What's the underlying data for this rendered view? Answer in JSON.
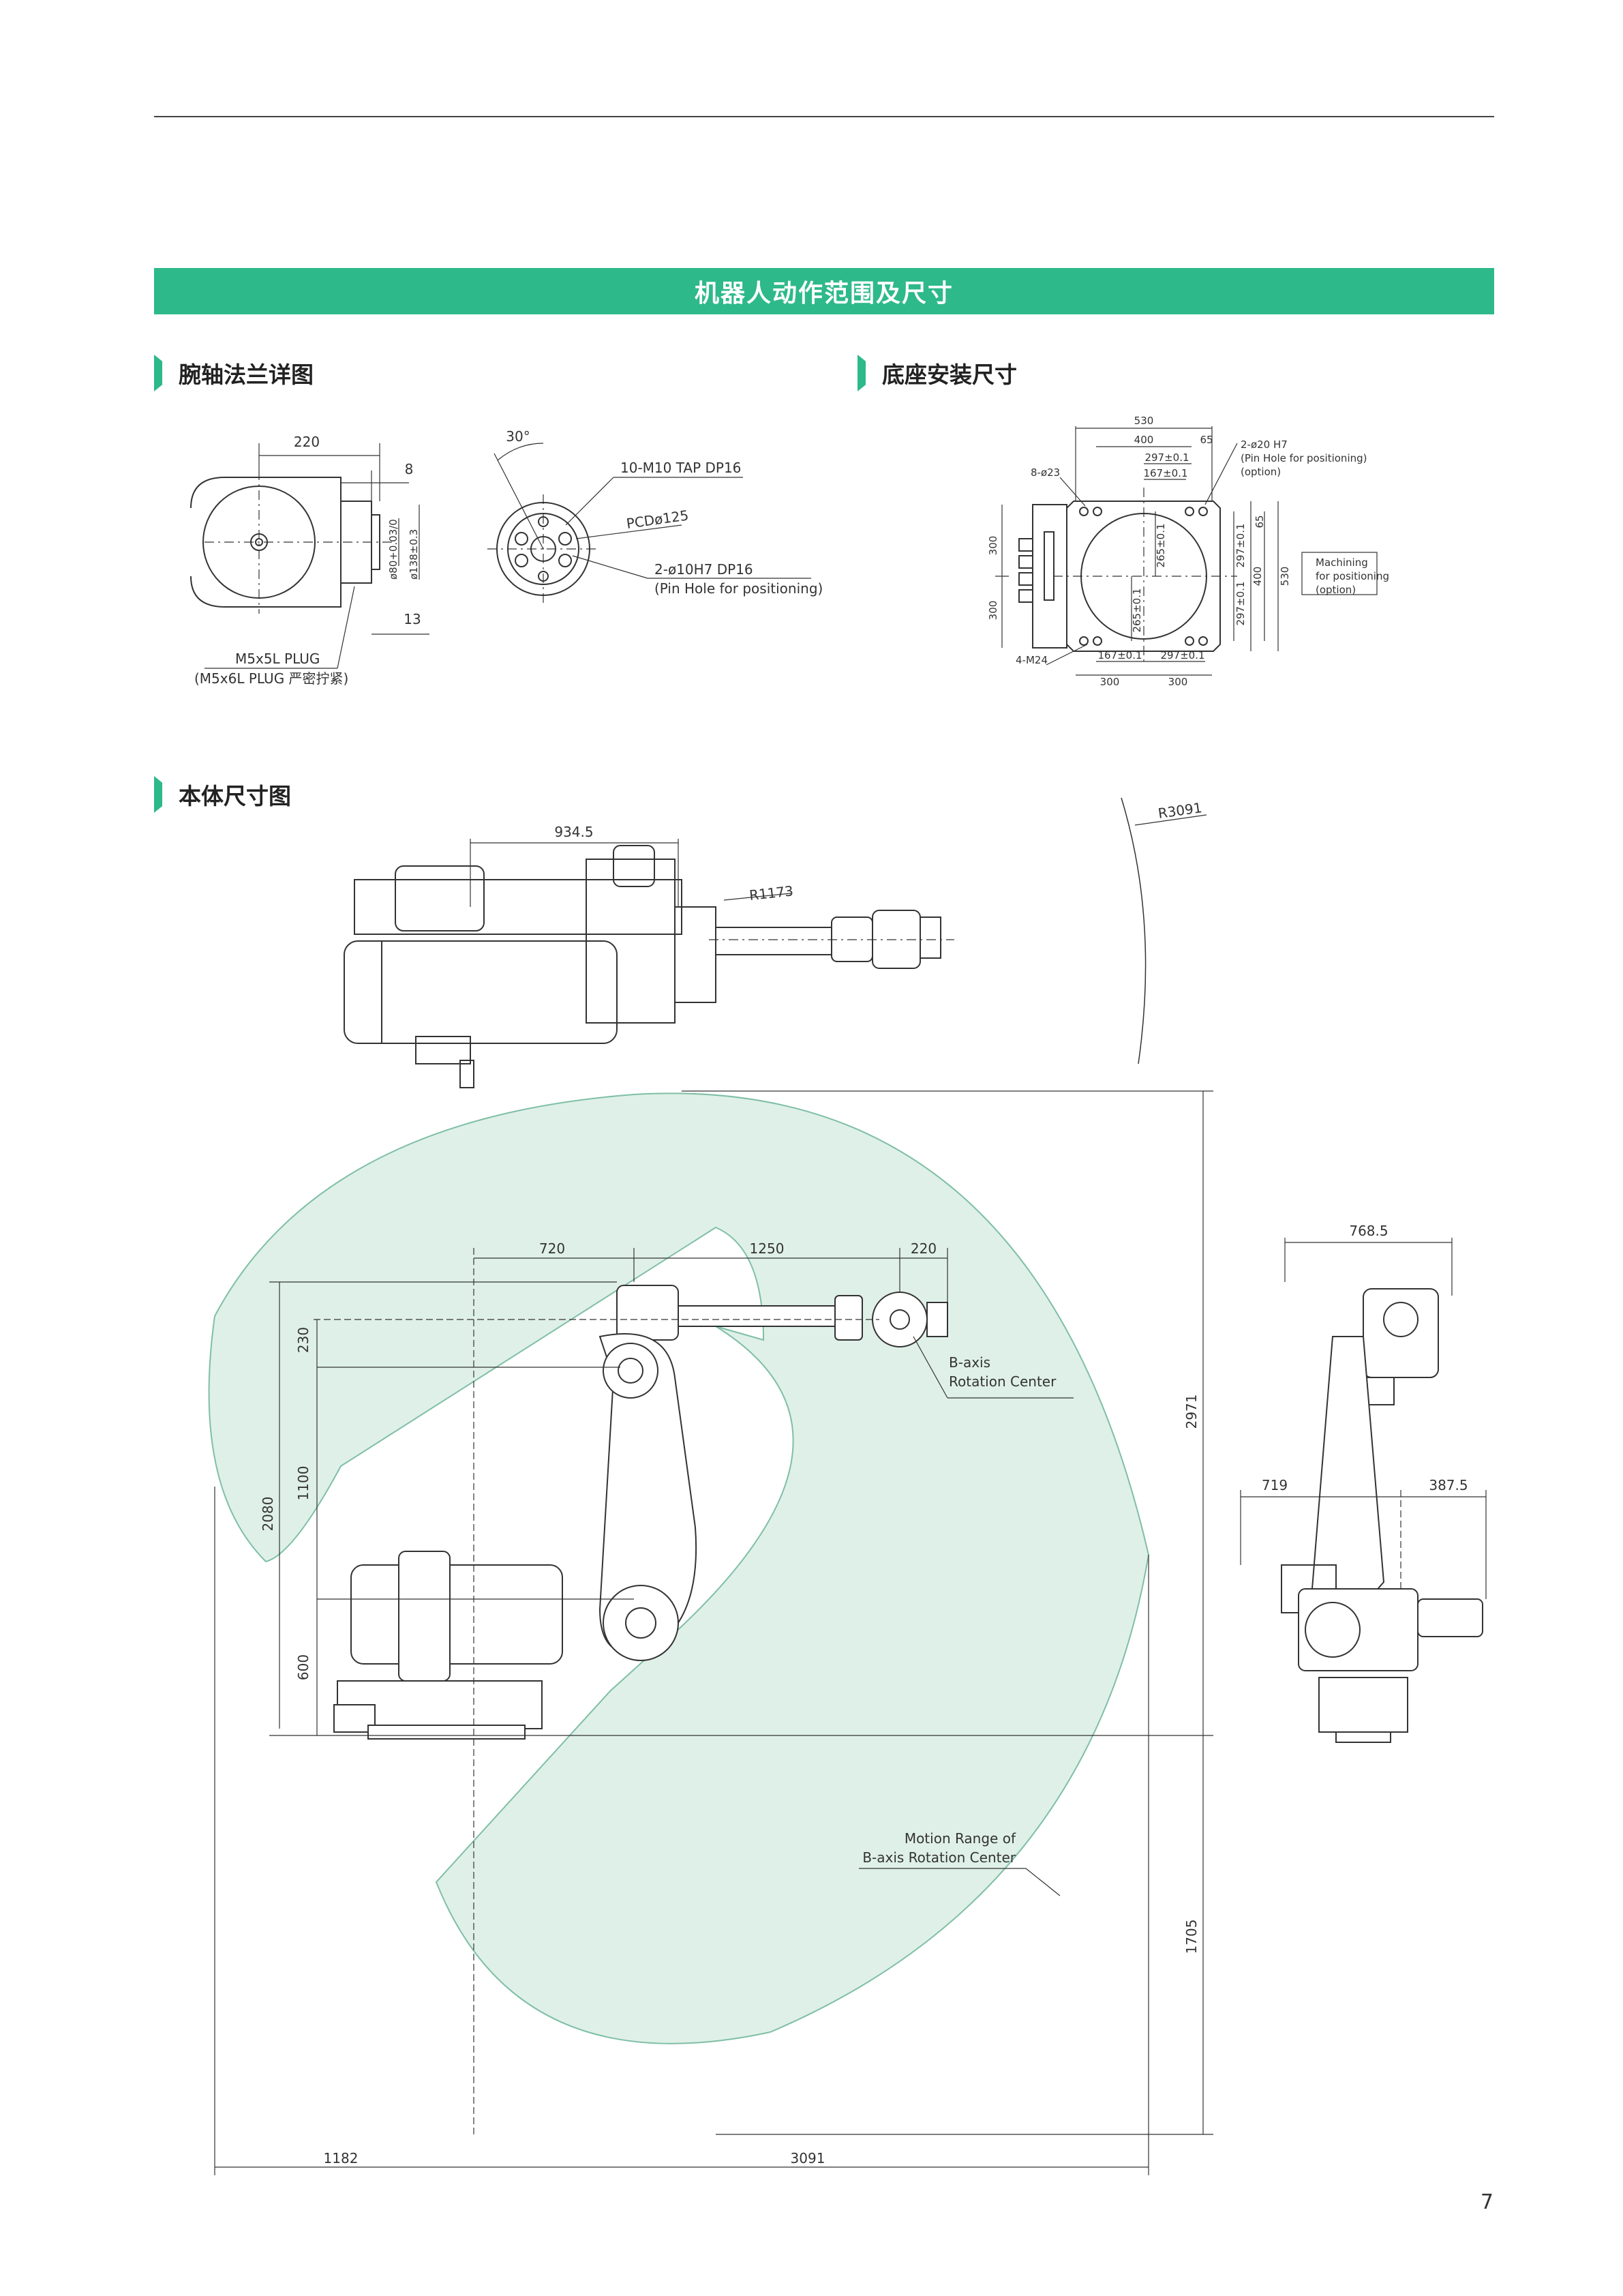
{
  "banner": {
    "title": "机器人动作范围及尺寸"
  },
  "sections": {
    "wrist": "腕轴法兰详图",
    "base": "底座安装尺寸",
    "body": "本体尺寸图"
  },
  "wrist": {
    "d220": "220",
    "d8": "8",
    "d13": "13",
    "d30": "30°",
    "d80": "ø80+0.03/0",
    "d138": "ø138±0.3",
    "plug1": "M5x5L PLUG",
    "plug2": "(M5x6L PLUG 严密拧紧)",
    "tap": "10-M10 TAP DP16",
    "pcd": "PCDø125",
    "pin": "2-ø10H7 DP16",
    "pin_note": "(Pin Hole for positioning)"
  },
  "base": {
    "d530": "530",
    "d400": "400",
    "d65": "65",
    "d297": "297±0.1",
    "d167": "167±0.1",
    "holes": "8-ø23",
    "pin1": "2-ø20 H7",
    "pin2": "(Pin Hole for positioning)",
    "pin3": "(option)",
    "d300a": "300",
    "d300b": "300",
    "d265a": "265±0.1",
    "d265b": "265±0.1",
    "r65": "65",
    "r297a": "297±0.1",
    "r400": "400",
    "r297b": "297±0.1",
    "r530": "530",
    "mach1": "Machining",
    "mach2": "for positioning",
    "mach3": "(option)",
    "m24": "4-M24",
    "b167": "167±0.1",
    "b297": "297±0.1",
    "b300a": "300",
    "b300b": "300"
  },
  "body": {
    "d9345": "934.5",
    "r1173": "R1173",
    "r3091": "R3091",
    "d720": "720",
    "d1250": "1250",
    "d220": "220",
    "d230": "230",
    "d1100": "1100",
    "d2080": "2080",
    "d600": "600",
    "d2971": "2971",
    "d1705": "1705",
    "d1182": "1182",
    "d3091": "3091",
    "baxis1": "B-axis",
    "baxis2": "Rotation  Center",
    "motion1": "Motion Range of",
    "motion2": "B-axis Rotation Center",
    "side7685": "768.5",
    "side719": "719",
    "side3875": "387.5"
  },
  "page_number": "7",
  "colors": {
    "accent": "#2eb98a",
    "range_fill": "#dff0e9",
    "range_stroke": "#7fbfa6"
  }
}
